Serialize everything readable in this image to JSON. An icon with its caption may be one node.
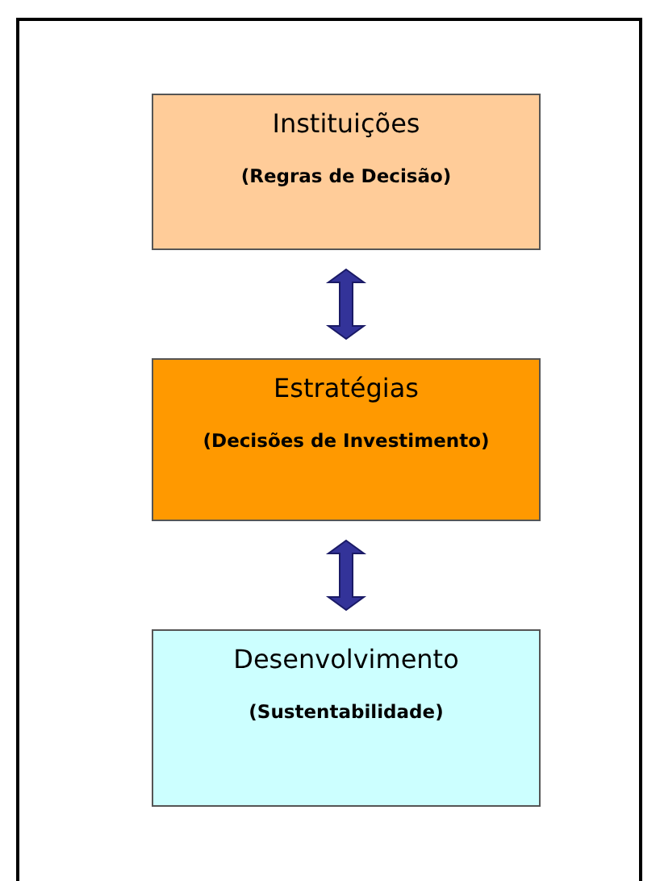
{
  "diagram": {
    "nodes": [
      {
        "text": [
          "Instituições",
          "(Regras de Decisão)"
        ]
      },
      {
        "text": [
          "Estratégias",
          "(Decisões de Investimento)"
        ]
      },
      {
        "text": [
          "Desenvolvimento",
          "(Sustentabilidade)"
        ]
      }
    ],
    "edges": [
      {
        "from": 0,
        "to": 1,
        "arrow": "both",
        "style": "thick"
      },
      {
        "from": 1,
        "to": 2,
        "arrow": "both",
        "style": "thick"
      }
    ]
  }
}
